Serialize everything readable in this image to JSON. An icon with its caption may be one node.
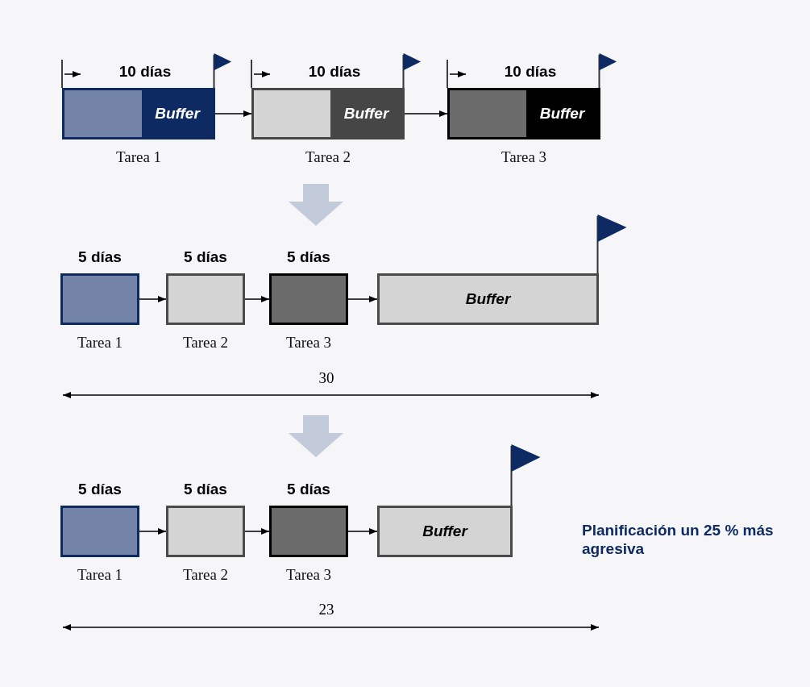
{
  "diagram": {
    "nodes": [
      {
        "text": [
          "Buffer"
        ],
        "beside": [
          "10 días",
          "Tarea 1"
        ]
      },
      {
        "text": [
          "Buffer"
        ],
        "beside": [
          "10 días",
          "Tarea 2"
        ]
      },
      {
        "text": [
          "Buffer"
        ],
        "beside": [
          "10 días",
          "Tarea 3"
        ]
      },
      {
        "text": [],
        "shape": "box",
        "beside": [
          "5 días",
          "Tarea 1"
        ]
      },
      {
        "text": [],
        "shape": "box",
        "beside": [
          "5 días",
          "Tarea 2"
        ]
      },
      {
        "text": [],
        "shape": "box",
        "beside": [
          "5 días",
          "Tarea 3"
        ]
      },
      {
        "text": [
          "Buffer"
        ]
      },
      {
        "text": [],
        "shape": "box",
        "beside": [
          "5 días",
          "Tarea 1"
        ]
      },
      {
        "text": [],
        "shape": "box",
        "beside": [
          "5 días",
          "Tarea 2"
        ]
      },
      {
        "text": [],
        "shape": "box",
        "beside": [
          "5 días",
          "Tarea 3"
        ]
      },
      {
        "text": [
          "Buffer"
        ]
      }
    ],
    "edges": [
      {
        "from": 0,
        "to": 1,
        "arrow": "to"
      },
      {
        "from": 1,
        "to": 2,
        "arrow": "to"
      },
      {
        "from": 3,
        "to": 4,
        "arrow": "to"
      },
      {
        "from": 4,
        "to": 5,
        "arrow": "to"
      },
      {
        "from": 5,
        "to": 6,
        "arrow": "to"
      },
      {
        "from": 7,
        "to": 8,
        "arrow": "to"
      },
      {
        "from": 8,
        "to": 9,
        "arrow": "to"
      },
      {
        "from": 9,
        "to": 10,
        "arrow": "to"
      }
    ],
    "labels": [
      "30",
      "23",
      "Planificación un 25 % más agresiva"
    ]
  }
}
